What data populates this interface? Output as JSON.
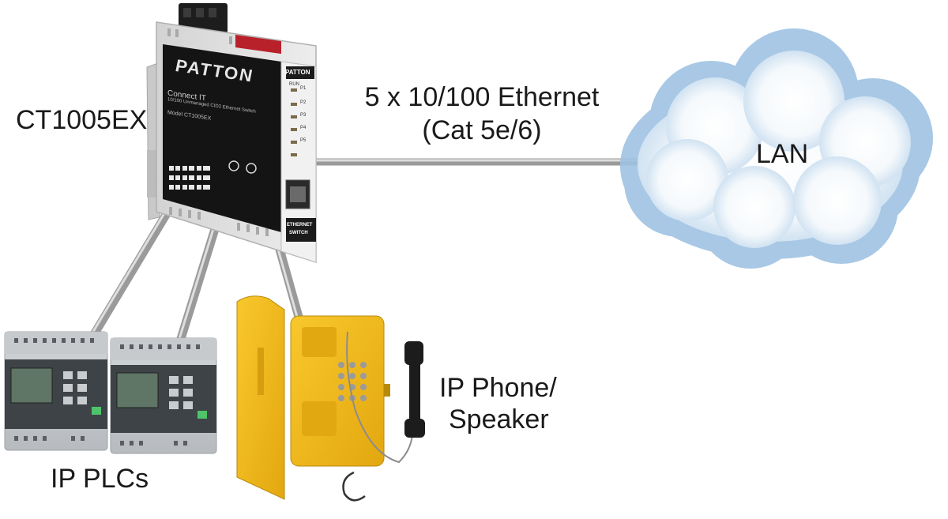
{
  "labels": {
    "device_model": "CT1005EX",
    "link_line1": "5 x 10/100 Ethernet",
    "link_line2": "(Cat 5e/6)",
    "cloud": "LAN",
    "phone_line1": "IP Phone/",
    "phone_line2": "Speaker",
    "plcs": "IP PLCs"
  },
  "device": {
    "brand": "PATTON",
    "side_brand": "PATTON",
    "product_line": "Connect IT",
    "description": "10/100 Unmanaged CID2 Ethernet Switch",
    "model_line": "Model CT1005EX",
    "run_label": "RUN",
    "ports": [
      "P1",
      "P2",
      "P3",
      "P4",
      "P5"
    ],
    "panel_label_1": "ETHERNET",
    "panel_label_2": "SWITCH"
  },
  "colors": {
    "cloud": "#9fc3e3",
    "device_body": "#e4e4e4",
    "device_face": "#151515",
    "phone": "#f3bb1e",
    "cable": "#a9a9a9"
  }
}
